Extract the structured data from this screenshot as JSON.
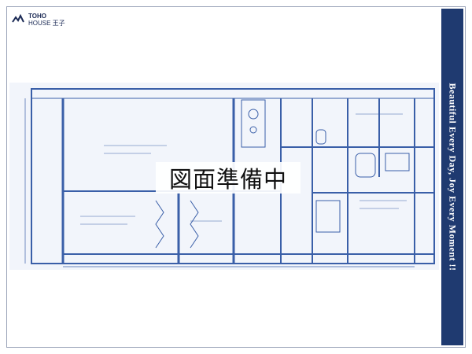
{
  "brand": {
    "name": "TOHO",
    "sub": "HOUSE 王子",
    "color": "#1b2a55"
  },
  "side_banner": {
    "text": "Beautiful Every Day, Joy Every Moment !!",
    "color": "#1f3a70"
  },
  "floor_plan": {
    "overlay_text": "図面準備中",
    "line_color": "#3a5fa8"
  }
}
